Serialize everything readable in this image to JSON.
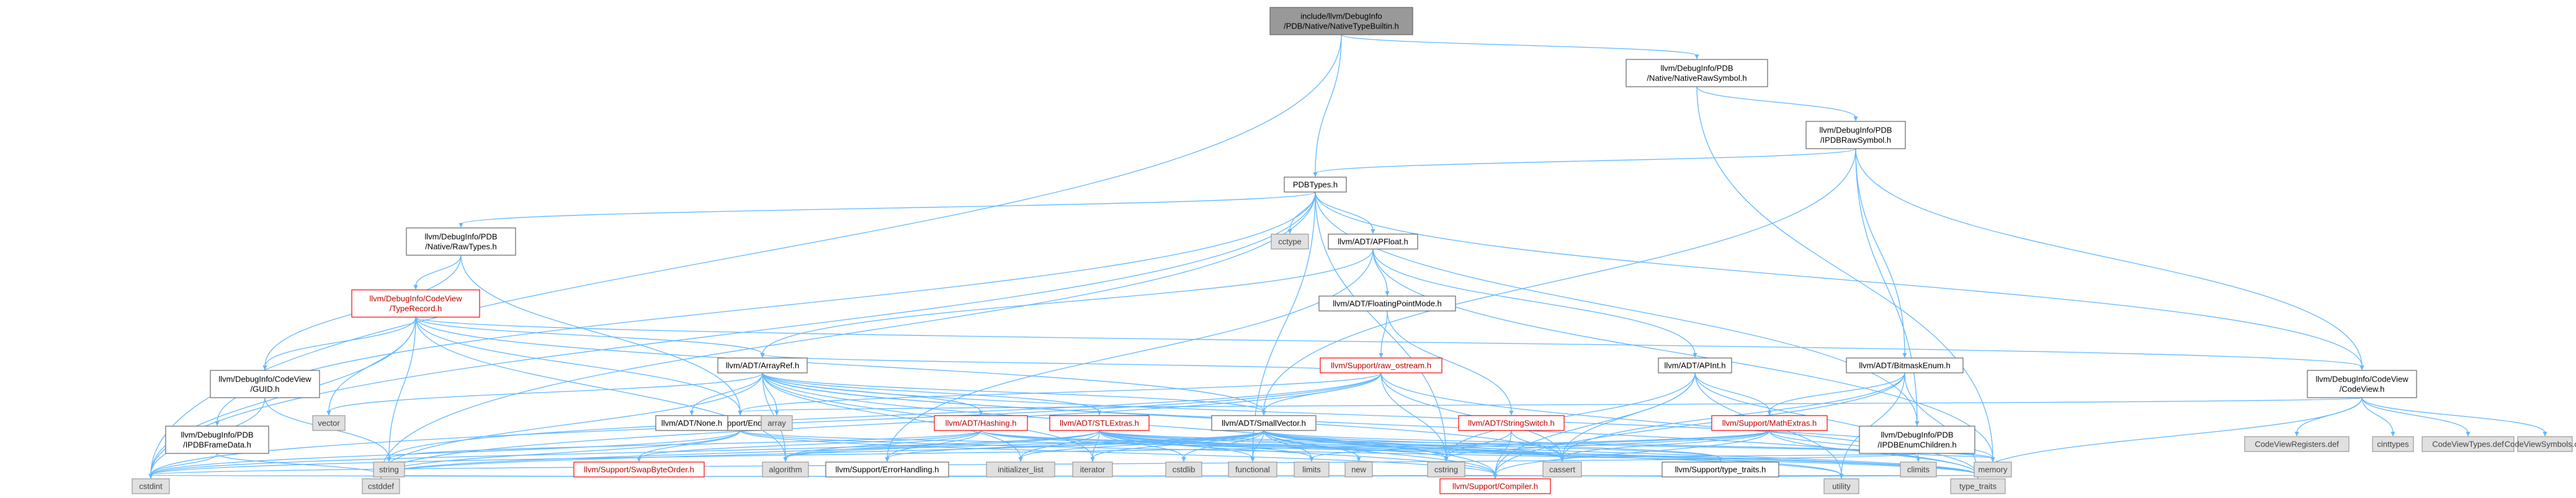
{
  "colors": {
    "edge": "#63b8ff",
    "root_fill": "#999999",
    "system_fill": "#e0e0e0",
    "warn_border": "#ff0000",
    "node_border": "#666666"
  },
  "nodes": [
    {
      "id": "root",
      "lines": [
        "include/llvm/DebugInfo",
        "/PDB/Native/NativeTypeBuiltin.h"
      ],
      "kind": "root"
    },
    {
      "id": "nrs",
      "lines": [
        "llvm/DebugInfo/PDB",
        "/Native/NativeRawSymbol.h"
      ],
      "kind": "normal"
    },
    {
      "id": "iprs",
      "lines": [
        "llvm/DebugInfo/PDB",
        "/IPDBRawSymbol.h"
      ],
      "kind": "normal"
    },
    {
      "id": "pdbtypes",
      "lines": [
        "PDBTypes.h"
      ],
      "kind": "normal"
    },
    {
      "id": "rawtypes",
      "lines": [
        "llvm/DebugInfo/PDB",
        "/Native/RawTypes.h"
      ],
      "kind": "normal"
    },
    {
      "id": "cctype",
      "lines": [
        "cctype"
      ],
      "kind": "sys"
    },
    {
      "id": "apfloat",
      "lines": [
        "llvm/ADT/APFloat.h"
      ],
      "kind": "normal"
    },
    {
      "id": "typerecord",
      "lines": [
        "llvm/DebugInfo/CodeView",
        "/TypeRecord.h"
      ],
      "kind": "warn"
    },
    {
      "id": "fpmode",
      "lines": [
        "llvm/ADT/FloatingPointMode.h"
      ],
      "kind": "normal"
    },
    {
      "id": "guid",
      "lines": [
        "llvm/DebugInfo/CodeView",
        "/GUID.h"
      ],
      "kind": "normal"
    },
    {
      "id": "arrayref",
      "lines": [
        "llvm/ADT/ArrayRef.h"
      ],
      "kind": "normal"
    },
    {
      "id": "rawostream",
      "lines": [
        "llvm/Support/raw_ostream.h"
      ],
      "kind": "warn"
    },
    {
      "id": "apint",
      "lines": [
        "llvm/ADT/APInt.h"
      ],
      "kind": "normal"
    },
    {
      "id": "bitmask",
      "lines": [
        "llvm/ADT/BitmaskEnum.h"
      ],
      "kind": "normal"
    },
    {
      "id": "codeview",
      "lines": [
        "llvm/DebugInfo/CodeView",
        "/CodeView.h"
      ],
      "kind": "normal"
    },
    {
      "id": "ipdbframe",
      "lines": [
        "llvm/DebugInfo/PDB",
        "/IPDBFrameData.h"
      ],
      "kind": "normal"
    },
    {
      "id": "vector",
      "lines": [
        "vector"
      ],
      "kind": "sys"
    },
    {
      "id": "endian",
      "lines": [
        "llvm/Support/Endian.h"
      ],
      "kind": "normal"
    },
    {
      "id": "none",
      "lines": [
        "llvm/ADT/None.h"
      ],
      "kind": "normal"
    },
    {
      "id": "array",
      "lines": [
        "array"
      ],
      "kind": "sys"
    },
    {
      "id": "hashing",
      "lines": [
        "llvm/ADT/Hashing.h"
      ],
      "kind": "warn"
    },
    {
      "id": "stlextras",
      "lines": [
        "llvm/ADT/STLExtras.h"
      ],
      "kind": "warn"
    },
    {
      "id": "smallvector",
      "lines": [
        "llvm/ADT/SmallVector.h"
      ],
      "kind": "normal"
    },
    {
      "id": "stringswitch",
      "lines": [
        "llvm/ADT/StringSwitch.h"
      ],
      "kind": "warn"
    },
    {
      "id": "mathextras",
      "lines": [
        "llvm/Support/MathExtras.h"
      ],
      "kind": "warn"
    },
    {
      "id": "ipdbenum",
      "lines": [
        "llvm/DebugInfo/PDB",
        "/IPDBEnumChildren.h"
      ],
      "kind": "normal"
    },
    {
      "id": "cvregs",
      "lines": [
        "CodeViewRegisters.def"
      ],
      "kind": "sys"
    },
    {
      "id": "cinttypes",
      "lines": [
        "cinttypes"
      ],
      "kind": "sys"
    },
    {
      "id": "cvtypes",
      "lines": [
        "CodeViewTypes.def"
      ],
      "kind": "sys"
    },
    {
      "id": "cvsymbols",
      "lines": [
        "CodeViewSymbols.def"
      ],
      "kind": "sys"
    },
    {
      "id": "string",
      "lines": [
        "string"
      ],
      "kind": "sys"
    },
    {
      "id": "swapbyte",
      "lines": [
        "llvm/Support/SwapByteOrder.h"
      ],
      "kind": "warn"
    },
    {
      "id": "algorithm",
      "lines": [
        "algorithm"
      ],
      "kind": "sys"
    },
    {
      "id": "errorhandling",
      "lines": [
        "llvm/Support/ErrorHandling.h"
      ],
      "kind": "normal"
    },
    {
      "id": "initlist",
      "lines": [
        "initializer_list"
      ],
      "kind": "sys"
    },
    {
      "id": "iterator",
      "lines": [
        "iterator"
      ],
      "kind": "sys"
    },
    {
      "id": "cstdlib",
      "lines": [
        "cstdlib"
      ],
      "kind": "sys"
    },
    {
      "id": "functional",
      "lines": [
        "functional"
      ],
      "kind": "sys"
    },
    {
      "id": "limits",
      "lines": [
        "limits"
      ],
      "kind": "sys"
    },
    {
      "id": "new",
      "lines": [
        "new"
      ],
      "kind": "sys"
    },
    {
      "id": "cstring",
      "lines": [
        "cstring"
      ],
      "kind": "sys"
    },
    {
      "id": "cassert",
      "lines": [
        "cassert"
      ],
      "kind": "sys"
    },
    {
      "id": "typetraitsh",
      "lines": [
        "llvm/Support/type_traits.h"
      ],
      "kind": "normal"
    },
    {
      "id": "climits",
      "lines": [
        "climits"
      ],
      "kind": "sys"
    },
    {
      "id": "memory",
      "lines": [
        "memory"
      ],
      "kind": "sys"
    },
    {
      "id": "cstdint",
      "lines": [
        "cstdint"
      ],
      "kind": "sys"
    },
    {
      "id": "cstddef",
      "lines": [
        "cstddef"
      ],
      "kind": "sys"
    },
    {
      "id": "compiler",
      "lines": [
        "llvm/Support/Compiler.h"
      ],
      "kind": "warn"
    },
    {
      "id": "utility",
      "lines": [
        "utility"
      ],
      "kind": "sys"
    },
    {
      "id": "typetraits",
      "lines": [
        "type_traits"
      ],
      "kind": "sys"
    }
  ],
  "edges": [
    [
      "root",
      "nrs"
    ],
    [
      "root",
      "pdbtypes"
    ],
    [
      "root",
      "cstdint"
    ],
    [
      "nrs",
      "iprs"
    ],
    [
      "nrs",
      "memory"
    ],
    [
      "iprs",
      "pdbtypes"
    ],
    [
      "iprs",
      "bitmask"
    ],
    [
      "iprs",
      "codeview"
    ],
    [
      "iprs",
      "smallvector"
    ],
    [
      "iprs",
      "ipdbenum"
    ],
    [
      "pdbtypes",
      "rawtypes"
    ],
    [
      "pdbtypes",
      "cctype"
    ],
    [
      "pdbtypes",
      "apfloat"
    ],
    [
      "pdbtypes",
      "ipdbframe"
    ],
    [
      "pdbtypes",
      "codeview"
    ],
    [
      "pdbtypes",
      "ipdbenum"
    ],
    [
      "pdbtypes",
      "cstddef"
    ],
    [
      "pdbtypes",
      "cstdint"
    ],
    [
      "pdbtypes",
      "cstring"
    ],
    [
      "pdbtypes",
      "functional"
    ],
    [
      "rawtypes",
      "typerecord"
    ],
    [
      "rawtypes",
      "endian"
    ],
    [
      "rawtypes",
      "guid"
    ],
    [
      "typerecord",
      "guid"
    ],
    [
      "typerecord",
      "arrayref"
    ],
    [
      "typerecord",
      "codeview"
    ],
    [
      "typerecord",
      "endian"
    ],
    [
      "typerecord",
      "vector"
    ],
    [
      "typerecord",
      "cstdint"
    ],
    [
      "typerecord",
      "algorithm"
    ],
    [
      "typerecord",
      "string"
    ],
    [
      "typerecord",
      "smallvector"
    ],
    [
      "guid",
      "cstdint"
    ],
    [
      "guid",
      "string"
    ],
    [
      "apfloat",
      "apint"
    ],
    [
      "apfloat",
      "fpmode"
    ],
    [
      "apfloat",
      "arrayref"
    ],
    [
      "apfloat",
      "errorhandling"
    ],
    [
      "apfloat",
      "memory"
    ],
    [
      "fpmode",
      "rawostream"
    ],
    [
      "fpmode",
      "stringswitch"
    ],
    [
      "arrayref",
      "hashing"
    ],
    [
      "arrayref",
      "none"
    ],
    [
      "arrayref",
      "smallvector"
    ],
    [
      "arrayref",
      "stlextras"
    ],
    [
      "arrayref",
      "compiler"
    ],
    [
      "arrayref",
      "algorithm"
    ],
    [
      "arrayref",
      "array"
    ],
    [
      "arrayref",
      "cassert"
    ],
    [
      "arrayref",
      "cstddef"
    ],
    [
      "arrayref",
      "initlist"
    ],
    [
      "arrayref",
      "iterator"
    ],
    [
      "arrayref",
      "memory"
    ],
    [
      "arrayref",
      "typetraits"
    ],
    [
      "arrayref",
      "vector"
    ],
    [
      "rawostream",
      "arrayref"
    ],
    [
      "rawostream",
      "smallvector"
    ],
    [
      "rawostream",
      "cassert"
    ],
    [
      "rawostream",
      "cstddef"
    ],
    [
      "rawostream",
      "cstdint"
    ],
    [
      "rawostream",
      "cstring"
    ],
    [
      "rawostream",
      "string"
    ],
    [
      "rawostream",
      "typetraits"
    ],
    [
      "rawostream",
      "endian"
    ],
    [
      "apint",
      "mathextras"
    ],
    [
      "apint",
      "cassert"
    ],
    [
      "apint",
      "climits"
    ],
    [
      "apint",
      "cstring"
    ],
    [
      "apint",
      "utility"
    ],
    [
      "apint",
      "compiler"
    ],
    [
      "bitmask",
      "mathextras"
    ],
    [
      "bitmask",
      "cassert"
    ],
    [
      "bitmask",
      "typetraits"
    ],
    [
      "bitmask",
      "utility"
    ],
    [
      "bitmask",
      "compiler"
    ],
    [
      "codeview",
      "cvregs"
    ],
    [
      "codeview",
      "cinttypes"
    ],
    [
      "codeview",
      "cvtypes"
    ],
    [
      "codeview",
      "cvsymbols"
    ],
    [
      "codeview",
      "endian"
    ],
    [
      "codeview",
      "typetraits"
    ],
    [
      "ipdbframe",
      "cstdint"
    ],
    [
      "ipdbframe",
      "cstddef"
    ],
    [
      "endian",
      "swapbyte"
    ],
    [
      "endian",
      "compiler"
    ],
    [
      "endian",
      "cassert"
    ],
    [
      "endian",
      "cstddef"
    ],
    [
      "endian",
      "cstdint"
    ],
    [
      "endian",
      "typetraits"
    ],
    [
      "hashing",
      "errorhandling"
    ],
    [
      "hashing",
      "swapbyte"
    ],
    [
      "hashing",
      "algorithm"
    ],
    [
      "hashing",
      "cassert"
    ],
    [
      "hashing",
      "cstring"
    ],
    [
      "hashing",
      "string"
    ],
    [
      "hashing",
      "typetraits"
    ],
    [
      "stlextras",
      "typetraitsh"
    ],
    [
      "stlextras",
      "algorithm"
    ],
    [
      "stlextras",
      "cassert"
    ],
    [
      "stlextras",
      "cstddef"
    ],
    [
      "stlextras",
      "cstdint"
    ],
    [
      "stlextras",
      "cstdlib"
    ],
    [
      "stlextras",
      "functional"
    ],
    [
      "stlextras",
      "initlist"
    ],
    [
      "stlextras",
      "iterator"
    ],
    [
      "stlextras",
      "limits"
    ],
    [
      "stlextras",
      "memory"
    ],
    [
      "stlextras",
      "typetraits"
    ],
    [
      "stlextras",
      "utility"
    ],
    [
      "stlextras",
      "compiler"
    ],
    [
      "smallvector",
      "compiler"
    ],
    [
      "smallvector",
      "errorhandling"
    ],
    [
      "smallvector",
      "typetraitsh"
    ],
    [
      "smallvector",
      "algorithm"
    ],
    [
      "smallvector",
      "cassert"
    ],
    [
      "smallvector",
      "cstddef"
    ],
    [
      "smallvector",
      "cstdlib"
    ],
    [
      "smallvector",
      "cstring"
    ],
    [
      "smallvector",
      "functional"
    ],
    [
      "smallvector",
      "initlist"
    ],
    [
      "smallvector",
      "iterator"
    ],
    [
      "smallvector",
      "limits"
    ],
    [
      "smallvector",
      "memory"
    ],
    [
      "smallvector",
      "new"
    ],
    [
      "smallvector",
      "typetraits"
    ],
    [
      "smallvector",
      "utility"
    ],
    [
      "stringswitch",
      "compiler"
    ],
    [
      "stringswitch",
      "cassert"
    ],
    [
      "stringswitch",
      "cstring"
    ],
    [
      "mathextras",
      "compiler"
    ],
    [
      "mathextras",
      "cassert"
    ],
    [
      "mathextras",
      "climits"
    ],
    [
      "mathextras",
      "cstdint"
    ],
    [
      "mathextras",
      "cstring"
    ],
    [
      "mathextras",
      "limits"
    ],
    [
      "mathextras",
      "typetraits"
    ],
    [
      "ipdbenum",
      "cassert"
    ],
    [
      "ipdbenum",
      "cstdint"
    ],
    [
      "ipdbenum",
      "memory"
    ],
    [
      "swapbyte",
      "compiler"
    ],
    [
      "swapbyte",
      "cstddef"
    ],
    [
      "swapbyte",
      "cstdint"
    ],
    [
      "swapbyte",
      "typetraits"
    ],
    [
      "errorhandling",
      "compiler"
    ],
    [
      "typetraitsh",
      "compiler"
    ],
    [
      "typetraitsh",
      "typetraits"
    ],
    [
      "typetraitsh",
      "utility"
    ]
  ]
}
